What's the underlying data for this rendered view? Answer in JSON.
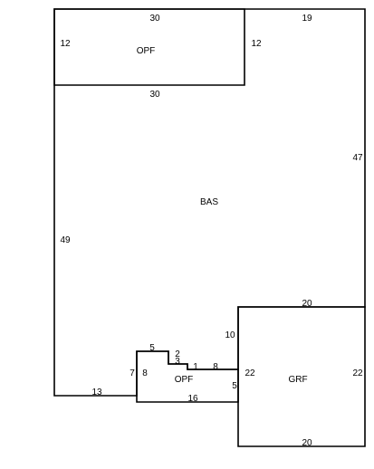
{
  "areas": {
    "opf_top": {
      "label": "OPF",
      "dims": {
        "top": "30",
        "left": "12",
        "right": "12",
        "bottom": "30"
      }
    },
    "bas": {
      "label": "BAS",
      "dims": {
        "top_right": "19",
        "right": "47",
        "left": "49",
        "bottom_left": "13"
      }
    },
    "grf": {
      "label": "GRF",
      "dims": {
        "top": "20",
        "left_upper": "10",
        "left": "22",
        "right": "22",
        "bottom": "20",
        "lower_left": "5"
      }
    },
    "opf_bottom": {
      "label": "OPF",
      "dims": {
        "top": "5",
        "left": "7",
        "inner_left": "8",
        "step1": "2",
        "step2": "3",
        "step3": "1",
        "step4": "8",
        "bottom": "16"
      }
    }
  }
}
